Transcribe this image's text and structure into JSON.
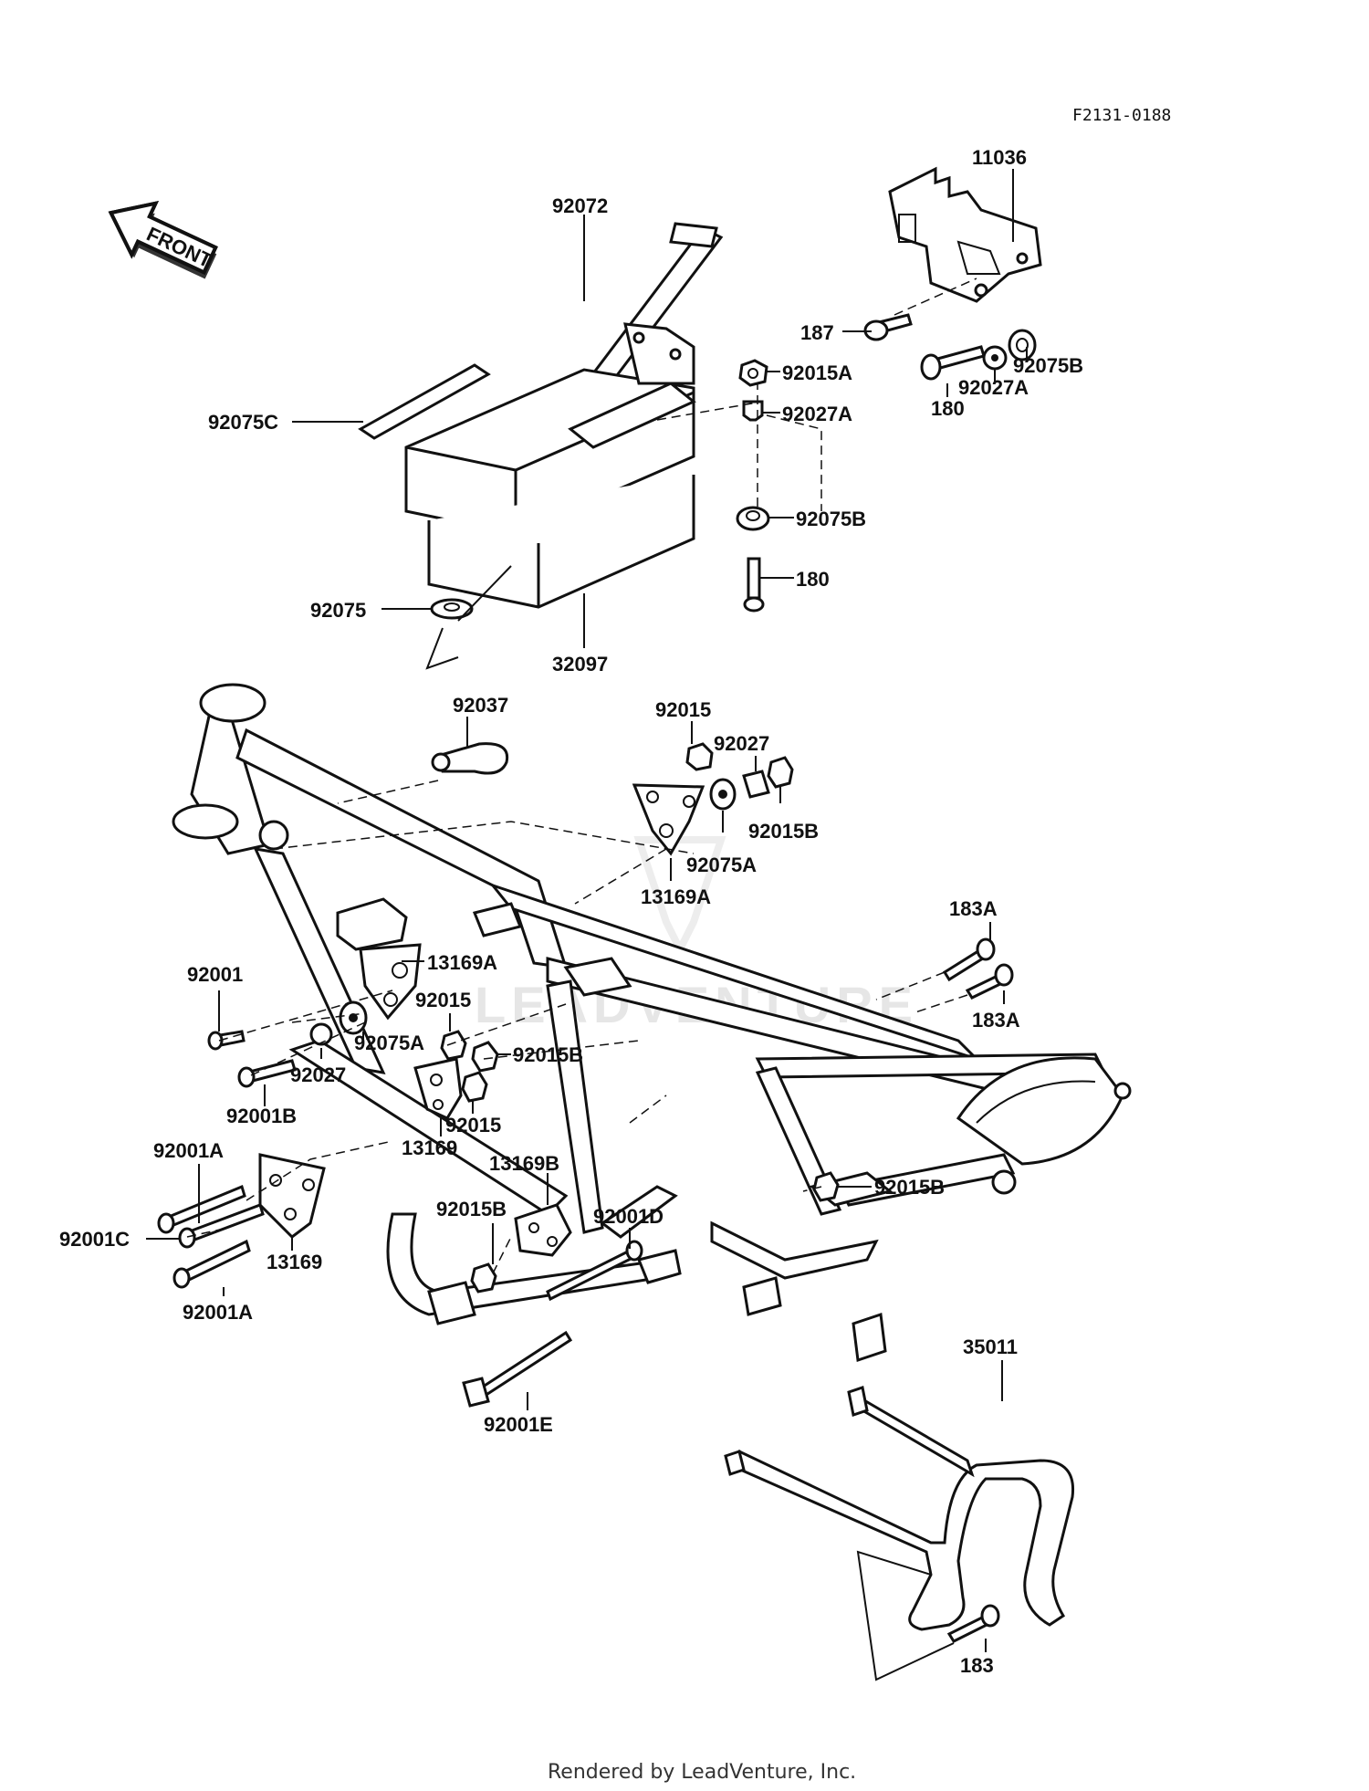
{
  "diagram_code": "F2131-0188",
  "front_label": "FRONT",
  "watermark": "LEADVENTURE",
  "footer": "Rendered by LeadVenture, Inc.",
  "callouts": {
    "c11036": "11036",
    "c92072": "92072",
    "c187": "187",
    "c92015A": "92015A",
    "c92027A_1": "92027A",
    "c92075B_1": "92075B",
    "c92027A_2": "92027A",
    "c180_1": "180",
    "c92075C": "92075C",
    "c92075B_2": "92075B",
    "c180_2": "180",
    "c92075": "92075",
    "c32097": "32097",
    "c92037": "92037",
    "c92015_1": "92015",
    "c92027_1": "92027",
    "c92015B_1": "92015B",
    "c92075A_1": "92075A",
    "c13169A_1": "13169A",
    "c183A_1": "183A",
    "c183A_2": "183A",
    "c92001": "92001",
    "c13169A_2": "13169A",
    "c92015_2": "92015",
    "c92075A_2": "92075A",
    "c92015B_2": "92015B",
    "c92027_2": "92027",
    "c92001B": "92001B",
    "c13169_1": "13169",
    "c92015_3": "92015",
    "c92001A_1": "92001A",
    "c13169B": "13169B",
    "c92015B_3": "92015B",
    "c92001C": "92001C",
    "c13169_2": "13169",
    "c92015B_4": "92015B",
    "c92001D": "92001D",
    "c92001A_2": "92001A",
    "c35011": "35011",
    "c92001E": "92001E",
    "c183": "183"
  }
}
